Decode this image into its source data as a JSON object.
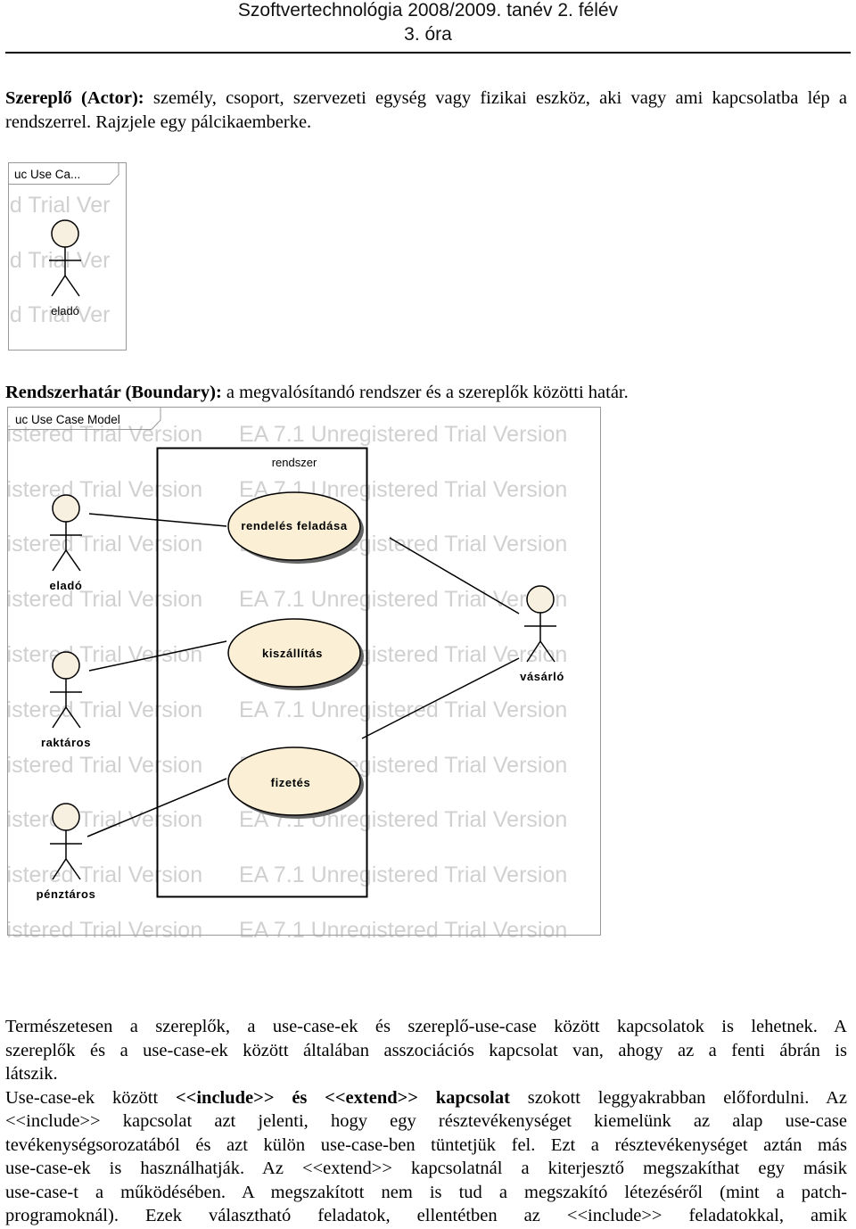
{
  "header": {
    "line1": "Szoftvertechnológia 2008/2009. tanév 2. félév",
    "line2": "3. óra"
  },
  "para1": {
    "term": "Szereplő (Actor):",
    "text": " személy, csoport, szervezeti egység vagy fizikai eszköz, aki vagy ami kapcsolatba lép a rendszerrel. Rajzjele egy pálcikaemberke."
  },
  "diagram1": {
    "frame_title": "uc Use Ca...",
    "watermark": "ed Trial Ver",
    "actor": "eladó"
  },
  "para2": {
    "term": "Rendszerhatár (Boundary):",
    "text": " a megvalósítandó rendszer és a szereplők közötti határ."
  },
  "diagram2": {
    "frame_title": "uc Use Case Model",
    "watermark_left": "jistered Trial Version",
    "watermark_right": "EA 7.1 Unregistered Trial Version",
    "boundary_label": "rendszer",
    "use_cases": [
      "rendelés feladása",
      "kiszállítás",
      "fizetés"
    ],
    "actors": [
      "eladó",
      "raktáros",
      "pénztáros",
      "vásárló"
    ]
  },
  "para3": {
    "line1": "Természetesen a szereplők, a use-case-ek és szereplő-use-case között kapcsolatok is lehetnek. A",
    "line2": "szereplők és a use-case-ek között általában asszociációs kapcsolat van, ahogy az a fenti ábrán is",
    "line3": "látszik."
  },
  "para4": {
    "lead": "Use-case-ek között ",
    "bold": "<<include>> és <<extend>> kapcsolat",
    "rest": " szokott leggyakrabban előfordulni. Az",
    "line2": "<<include>> kapcsolat azt jelenti, hogy egy résztevékenységet kiemelünk az alap use-case",
    "line3": "tevékenységsorozatából és azt külön use-case-ben tüntetjük fel. Ezt a résztevékenységet aztán más",
    "line4": "use-case-ek is használhatják. Az <<extend>> kapcsolatnál a kiterjesztő megszakíthat egy másik",
    "line5": "use-case-t a működésében. A megszakított nem is tud a megszakító létezéséről (mint a patch-",
    "line6": "programoknál). Ezek választható feladatok, ellentétben az <<include>> feladatokkal, amik"
  }
}
